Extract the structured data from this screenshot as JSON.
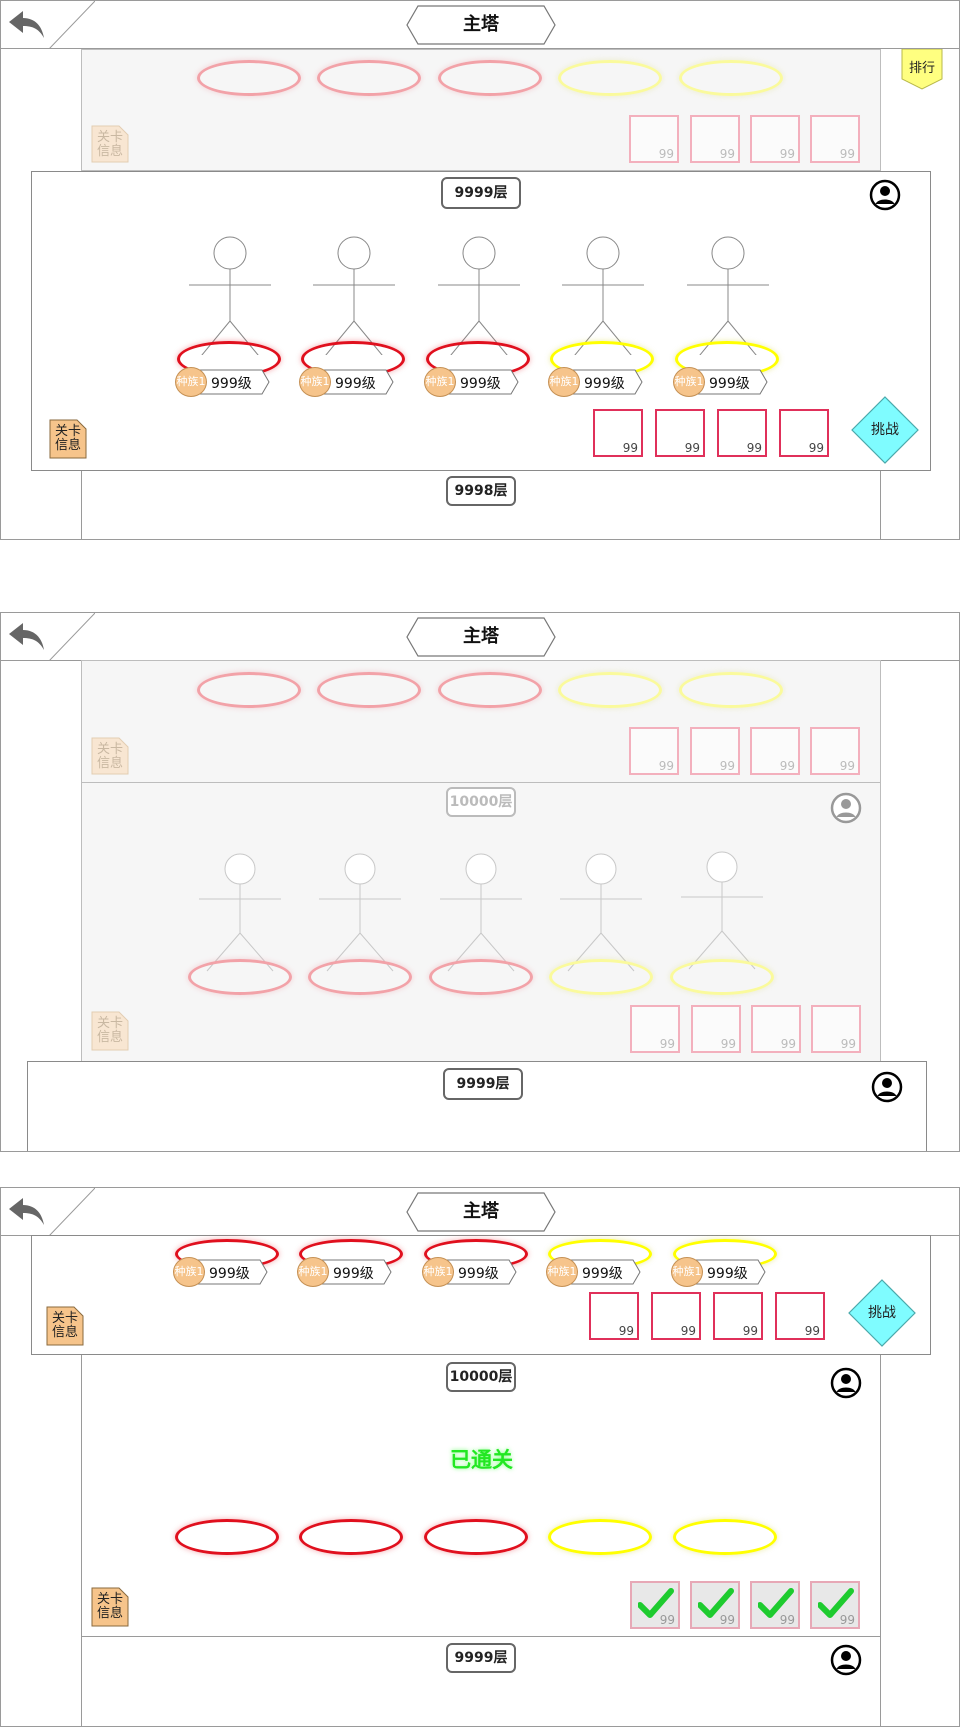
{
  "header": {
    "title": "主塔"
  },
  "rank_tab": {
    "label": "排行"
  },
  "info": {
    "line1": "关卡",
    "line2": "信息"
  },
  "slot_count": "99",
  "race_label": "种族1",
  "level_text": "999级",
  "challenge_label": "挑战",
  "cleared_text": "已通关",
  "screen1": {
    "current_floor": "9999层",
    "next_floor": "9998层"
  },
  "screen2": {
    "upper_floor": "10000层",
    "current_floor": "9999层"
  },
  "screen3": {
    "current_floor": "10000层",
    "next_floor": "9999层"
  },
  "colors": {
    "red_ring": "#e0101e",
    "yellow_ring": "#ffff00",
    "challenge": "#7ffcff",
    "info_icon": "#f6c48b",
    "cleared": "#22e722",
    "check": "#1ecb2f"
  }
}
